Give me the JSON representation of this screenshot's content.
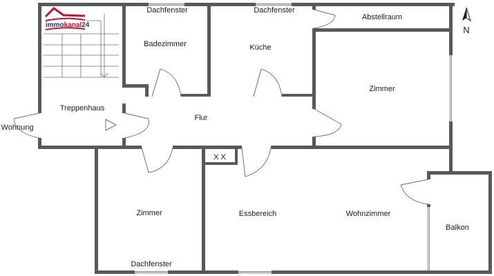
{
  "logo": {
    "text_main": "immo",
    "text_accent": "kanal",
    "text_number": "24",
    "roof_color": "#c8102e",
    "text_color": "#1c3d7a"
  },
  "compass": {
    "letter": "N",
    "icon": "north-arrow-icon"
  },
  "rooms": {
    "dachfenster_bad": "Dachfenster",
    "dachfenster_kueche": "Dachfenster",
    "abstellraum": "Abstellraum",
    "badezimmer": "Badezimmer",
    "kueche": "Küche",
    "zimmer_ost": "Zimmer",
    "treppenhaus": "Treppenhaus",
    "wohnung": "Wohnung",
    "flur": "Flur",
    "schacht": "X X",
    "zimmer_west": "Zimmer",
    "essbereich": "Essbereich",
    "wohnzimmer": "Wohnzimmer",
    "balkon": "Balkon",
    "dachfenster_zimmer": "Dachfenster"
  },
  "colors": {
    "wall": "#58595b",
    "line": "#6d6e70"
  }
}
